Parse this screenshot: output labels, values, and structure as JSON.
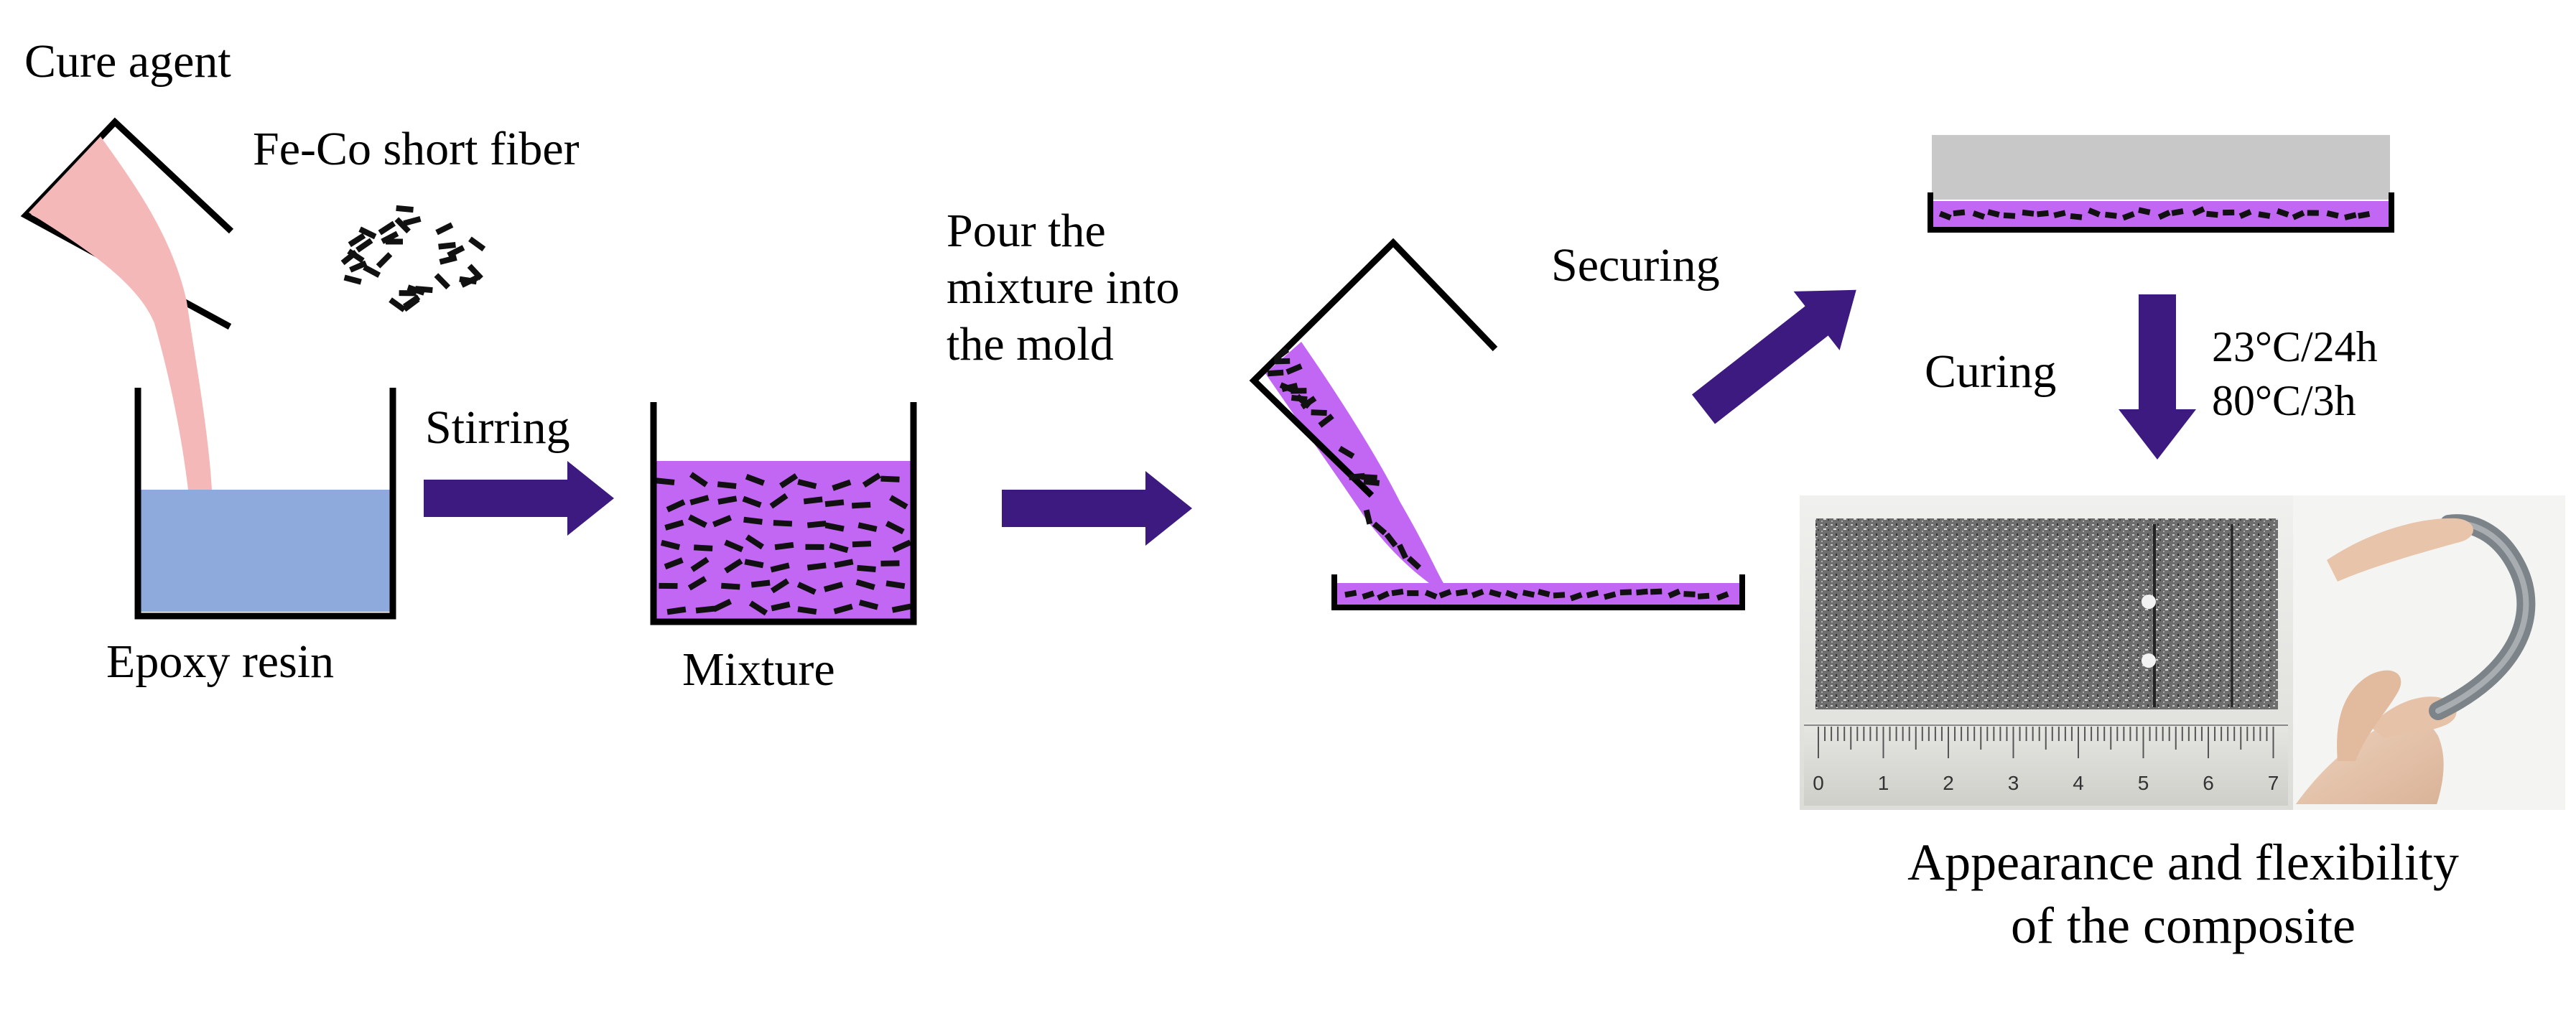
{
  "labels": {
    "cure_agent": "Cure agent",
    "fiber": "Fe-Co short fiber",
    "stirring": "Stirring",
    "epoxy": "Epoxy resin",
    "mixture": "Mixture",
    "pour_line1": "Pour the",
    "pour_line2": "mixture into",
    "pour_line3": "the mold",
    "securing": "Securing",
    "curing": "Curing",
    "cond1": "23°C/24h",
    "cond2": "80°C/3h",
    "appearance_line1": "Appearance and flexibility",
    "appearance_line2": "of the composite"
  },
  "ruler": {
    "numbers": [
      "0",
      "1",
      "2",
      "3",
      "4",
      "5",
      "6",
      "7"
    ]
  },
  "colors": {
    "arrow": "#3d1a80",
    "resin": "#8eaadc",
    "mixture": "#c266f4",
    "cure": "#f5b8b8",
    "mold_top": "#c8c8c8"
  }
}
